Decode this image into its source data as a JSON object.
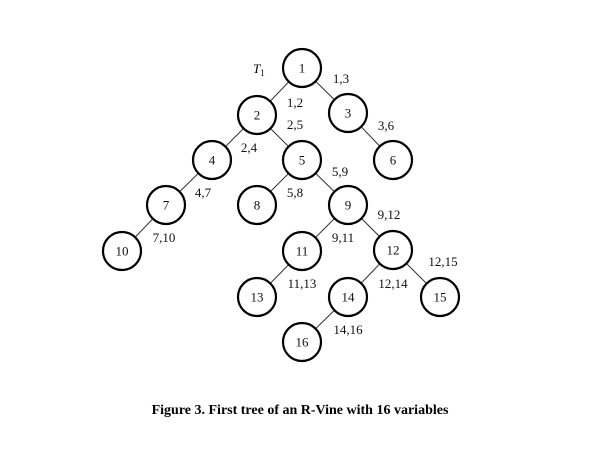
{
  "tree_label": "T",
  "tree_label_sub": "1",
  "caption": "Figure 3. First tree of an R-Vine with 16 variables",
  "nodes": [
    "1",
    "2",
    "3",
    "4",
    "5",
    "6",
    "7",
    "8",
    "9",
    "10",
    "11",
    "12",
    "13",
    "14",
    "15",
    "16"
  ],
  "edges": [
    {
      "from": "1",
      "to": "2",
      "label": "1,2"
    },
    {
      "from": "1",
      "to": "3",
      "label": "1,3"
    },
    {
      "from": "2",
      "to": "4",
      "label": "2,4"
    },
    {
      "from": "2",
      "to": "5",
      "label": "2,5"
    },
    {
      "from": "3",
      "to": "6",
      "label": "3,6"
    },
    {
      "from": "4",
      "to": "7",
      "label": "4,7"
    },
    {
      "from": "5",
      "to": "8",
      "label": "5,8"
    },
    {
      "from": "5",
      "to": "9",
      "label": "5,9"
    },
    {
      "from": "7",
      "to": "10",
      "label": "7,10"
    },
    {
      "from": "9",
      "to": "11",
      "label": "9,11"
    },
    {
      "from": "9",
      "to": "12",
      "label": "9,12"
    },
    {
      "from": "11",
      "to": "13",
      "label": "11,13"
    },
    {
      "from": "12",
      "to": "14",
      "label": "12,14"
    },
    {
      "from": "12",
      "to": "15",
      "label": "12,15"
    },
    {
      "from": "14",
      "to": "16",
      "label": "14,16"
    }
  ]
}
